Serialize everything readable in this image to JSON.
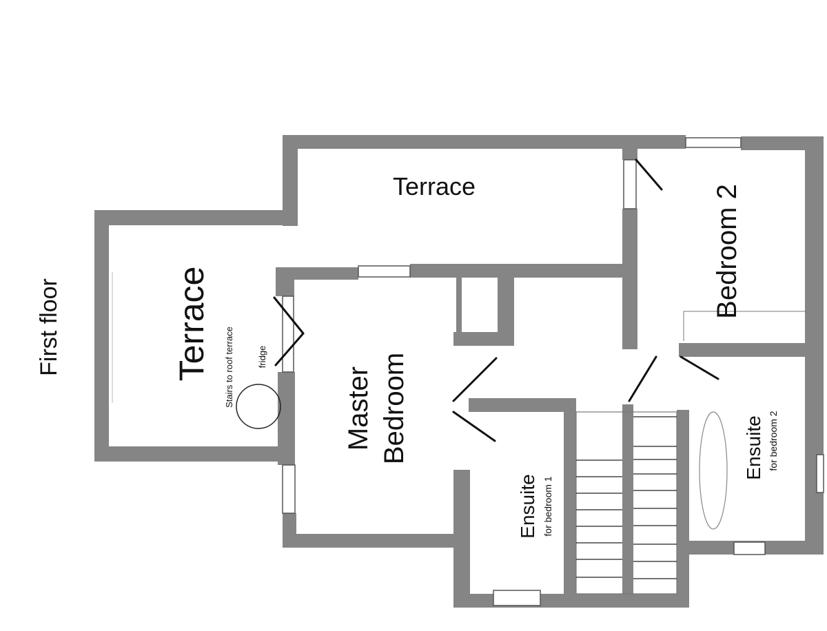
{
  "floor_label": "First floor",
  "rooms": {
    "terrace_top": "Terrace",
    "terrace_left": "Terrace",
    "bedroom_2": "Bedroom 2",
    "master_line1": "Master",
    "master_line2": "Bedroom",
    "ensuite_1": "Ensuite",
    "ensuite_1_sub": "for bedroom 1",
    "ensuite_2": "Ensuite",
    "ensuite_2_sub": "for bedroom 2"
  },
  "notes": {
    "stairs_roof": "Stairs to roof terrace",
    "fridge": "fridge"
  },
  "colors": {
    "wall": "#858585",
    "line": "#111111",
    "background": "#ffffff"
  }
}
